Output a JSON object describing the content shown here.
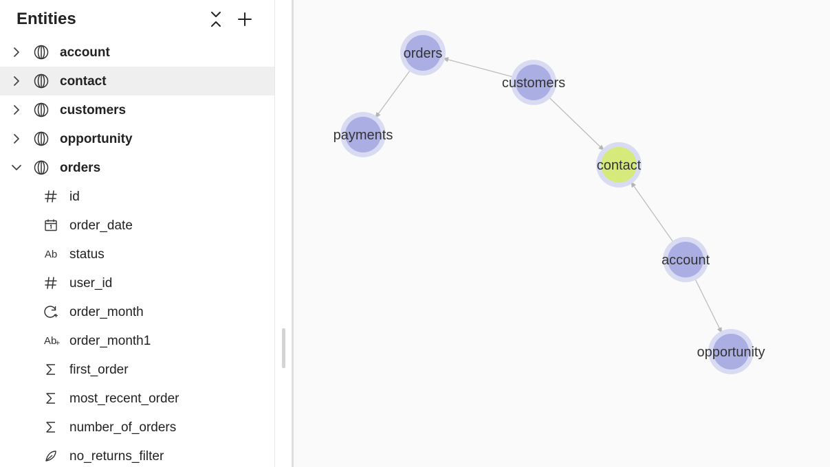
{
  "sidebar": {
    "title": "Entities",
    "collapse_icon": "collapse-all-icon",
    "add_icon": "plus-icon",
    "entities": [
      {
        "label": "account",
        "expanded": false,
        "selected": false
      },
      {
        "label": "contact",
        "expanded": false,
        "selected": true
      },
      {
        "label": "customers",
        "expanded": false,
        "selected": false
      },
      {
        "label": "opportunity",
        "expanded": false,
        "selected": false
      },
      {
        "label": "orders",
        "expanded": true,
        "selected": false
      }
    ],
    "fields": [
      {
        "label": "id",
        "icon": "number-icon"
      },
      {
        "label": "order_date",
        "icon": "calendar-icon"
      },
      {
        "label": "status",
        "icon": "text-icon",
        "glyph": "Ab"
      },
      {
        "label": "user_id",
        "icon": "number-icon"
      },
      {
        "label": "order_month",
        "icon": "time-dimension-icon"
      },
      {
        "label": "order_month1",
        "icon": "text-calc-icon",
        "glyph": "Ab"
      },
      {
        "label": "first_order",
        "icon": "sigma-icon"
      },
      {
        "label": "most_recent_order",
        "icon": "sigma-icon"
      },
      {
        "label": "number_of_orders",
        "icon": "sigma-icon"
      },
      {
        "label": "no_returns_filter",
        "icon": "filter-icon"
      }
    ]
  },
  "graph": {
    "nodes": [
      {
        "id": "orders",
        "label": "orders",
        "color": "#aaaee3",
        "halo": "#d9dbf3"
      },
      {
        "id": "customers",
        "label": "customers",
        "color": "#aaaee3",
        "halo": "#d9dbf3"
      },
      {
        "id": "payments",
        "label": "payments",
        "color": "#aaaee3",
        "halo": "#d9dbf3"
      },
      {
        "id": "contact",
        "label": "contact",
        "color": "#d5ea7a",
        "halo": "#d9dbf3"
      },
      {
        "id": "account",
        "label": "account",
        "color": "#aaaee3",
        "halo": "#d9dbf3"
      },
      {
        "id": "opportunity",
        "label": "opportunity",
        "color": "#aaaee3",
        "halo": "#d9dbf3"
      }
    ],
    "edges": [
      {
        "from": "customers",
        "to": "orders"
      },
      {
        "from": "orders",
        "to": "payments"
      },
      {
        "from": "customers",
        "to": "contact"
      },
      {
        "from": "account",
        "to": "contact"
      },
      {
        "from": "account",
        "to": "opportunity"
      }
    ],
    "edge_color": "#bdbdbd"
  }
}
